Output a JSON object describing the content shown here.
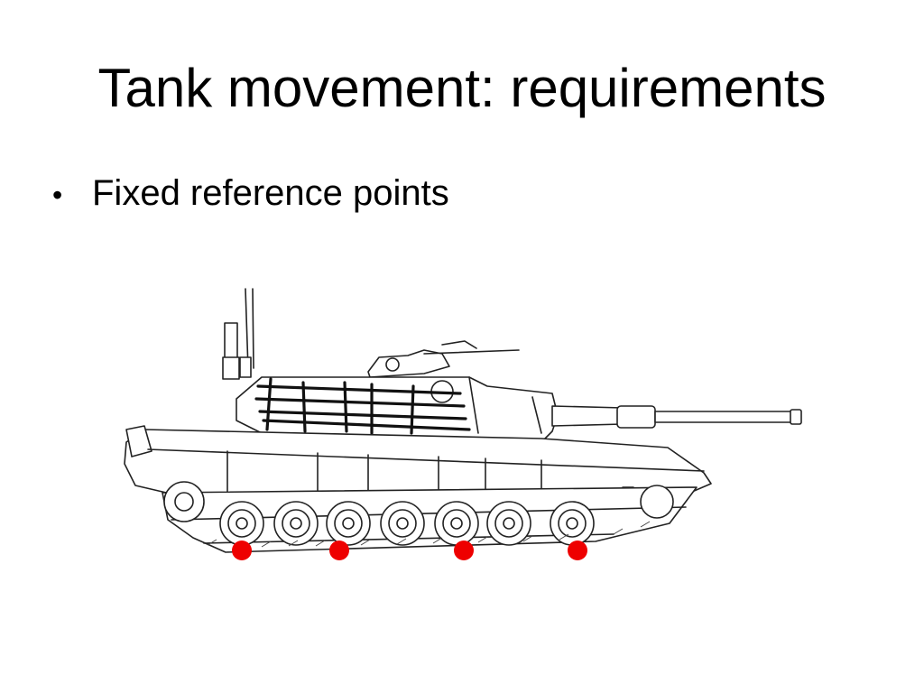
{
  "slide": {
    "title": "Tank movement: requirements",
    "bullets": [
      {
        "marker": "•",
        "text": "Fixed reference points"
      }
    ]
  },
  "diagram": {
    "subject": "tank side-view line drawing",
    "marker_color": "#ee0000",
    "reference_point_count": 4,
    "road_wheel_count": 7
  }
}
